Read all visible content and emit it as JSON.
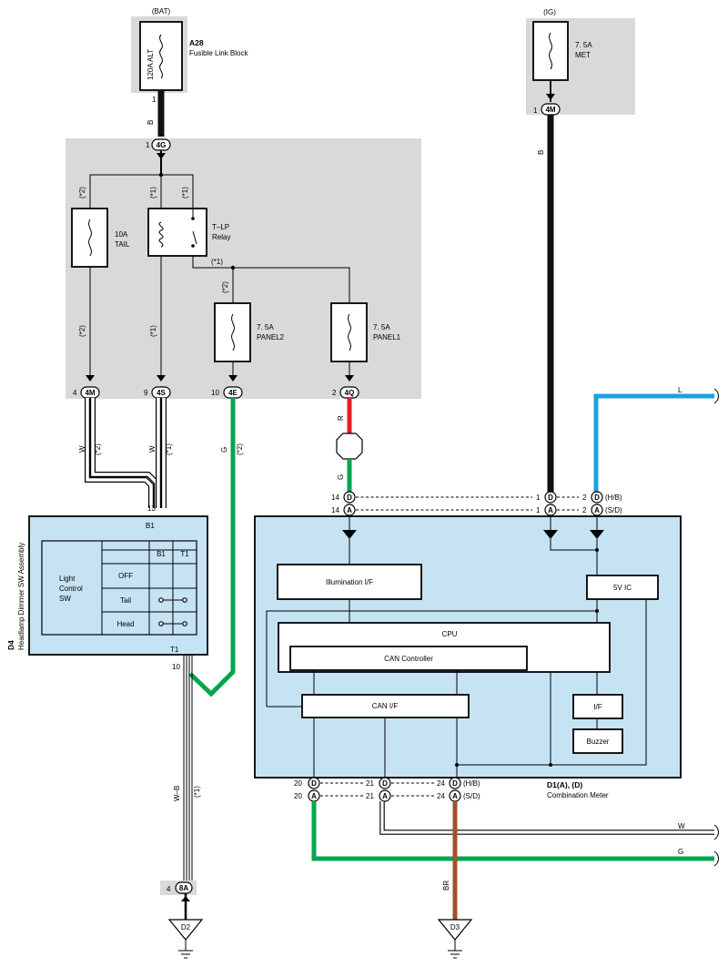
{
  "colors": {
    "panel_gray": "#d9d9d9",
    "meter_blue": "#c6e3f4",
    "wire_black": "#111111",
    "wire_green": "#00a650",
    "wire_red": "#e31e24",
    "wire_blue": "#1ca3e0",
    "wire_brown": "#a0522d"
  },
  "power_bat": {
    "source": "(BAT)",
    "fuse_rating": "120A ALT",
    "id": "A28",
    "name": "Fusible Link Block",
    "pin": "1",
    "wire": "B"
  },
  "power_ig": {
    "source": "(IG)",
    "fuse_rating": "7. 5A",
    "fuse_name": "MET",
    "pin": "1",
    "connector": "4M",
    "wire": "B"
  },
  "junction_block": {
    "top_pin": "1",
    "top_connector": "4G",
    "note_1": "(*1)",
    "note_2": "(*2)",
    "tail_fuse_rating": "10A",
    "tail_fuse_name": "TAIL",
    "relay_name": "T–LP",
    "relay_label": "Relay",
    "panel2_rating": "7. 5A",
    "panel2_name": "PANEL2",
    "panel1_rating": "7. 5A",
    "panel1_name": "PANEL1",
    "bottom_connectors": [
      {
        "pin": "4",
        "conn": "4M"
      },
      {
        "pin": "9",
        "conn": "4S"
      },
      {
        "pin": "10",
        "conn": "4E"
      },
      {
        "pin": "2",
        "conn": "4Q"
      }
    ]
  },
  "wires": {
    "w": "W",
    "g": "G",
    "r": "R",
    "l": "L",
    "br": "BR",
    "wb": "W–B"
  },
  "switch": {
    "id": "D4",
    "name": "Headlamp Dimmer SW Assembly",
    "pin_top": "13",
    "terminal_top": "B1",
    "terminal_bottom": "T1",
    "pin_bottom": "10",
    "table_label": "Light Control SW",
    "col_b1": "B1",
    "col_t1": "T1",
    "rows": [
      "OFF",
      "Tail",
      "Head"
    ]
  },
  "meter": {
    "id": "D1(A), (D)",
    "name": "Combination Meter",
    "blocks": {
      "illumination": "Illumination I/F",
      "cpu": "CPU",
      "can_controller": "CAN Controller",
      "can_if": "CAN I/F",
      "ic5v": "5V IC",
      "if": "I/F",
      "buzzer": "Buzzer"
    },
    "top_rows": [
      {
        "p1": "14",
        "c1": "D",
        "p2": "1",
        "c2": "D",
        "p3": "2",
        "c3": "D",
        "variant": "(H/B)"
      },
      {
        "p1": "14",
        "c1": "A",
        "p2": "1",
        "c2": "A",
        "p3": "2",
        "c3": "A",
        "variant": "(S/D)"
      }
    ],
    "bottom_rows": [
      {
        "p1": "20",
        "c1": "D",
        "p2": "21",
        "c2": "D",
        "p3": "24",
        "c3": "D",
        "variant": "(H/B)"
      },
      {
        "p1": "20",
        "c1": "A",
        "p2": "21",
        "c2": "A",
        "p3": "24",
        "c3": "A",
        "variant": "(S/D)"
      }
    ]
  },
  "grounds": {
    "d2": "D2",
    "d3": "D3",
    "d2_pin": "4",
    "d2_connector": "8A"
  }
}
